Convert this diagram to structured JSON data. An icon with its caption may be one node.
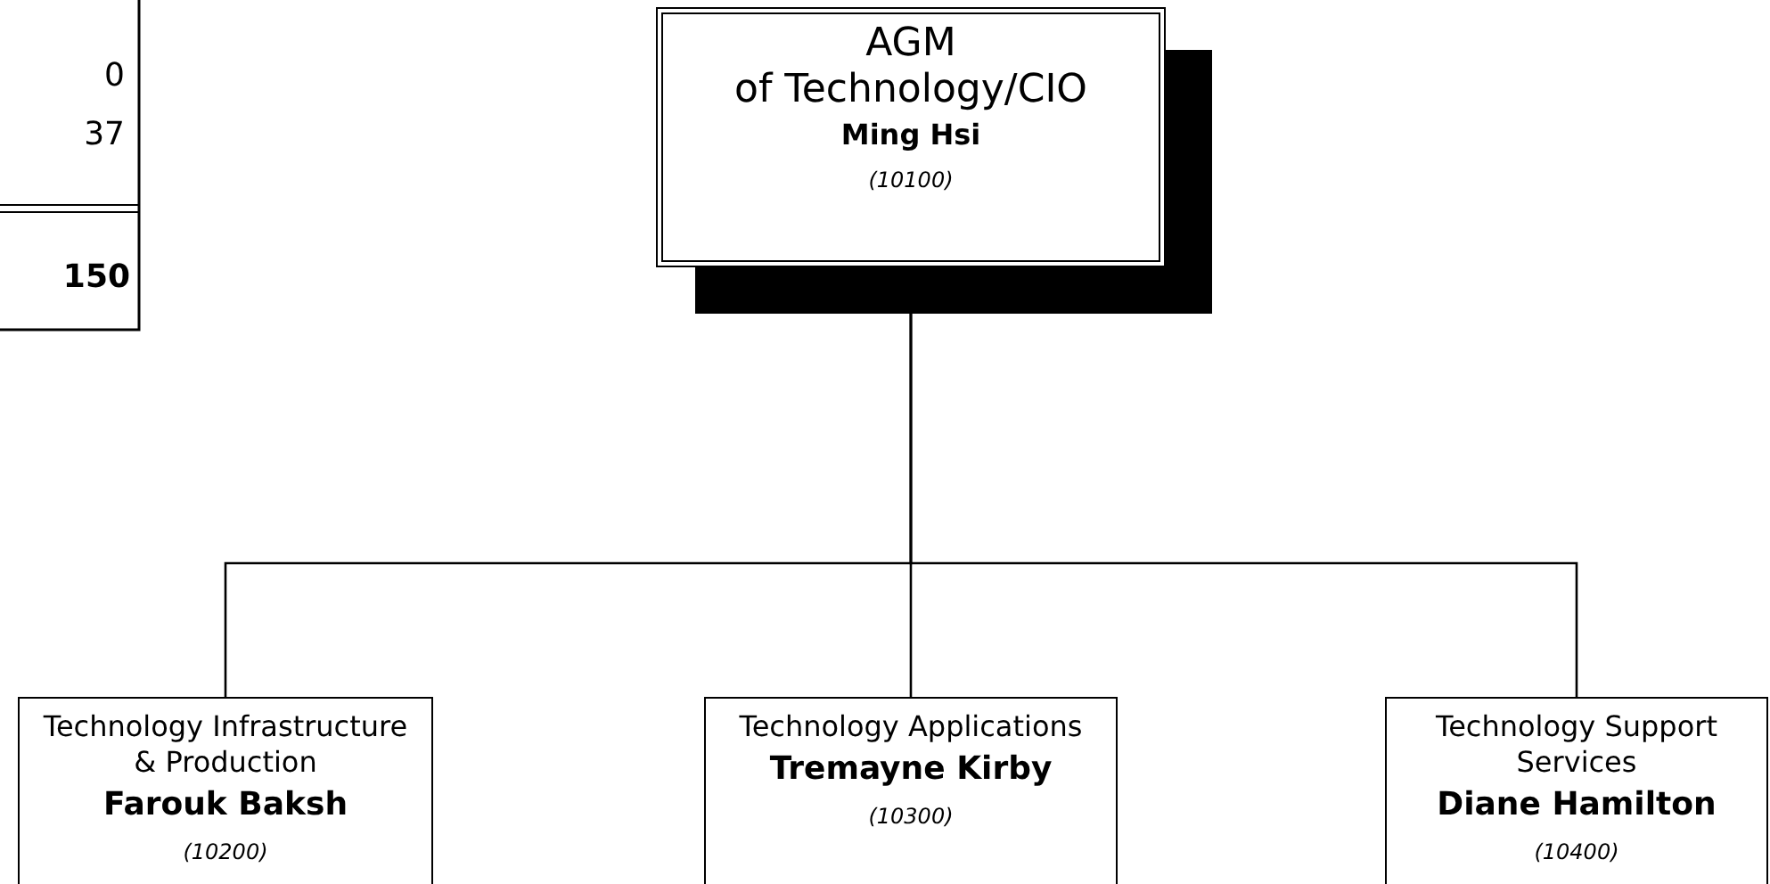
{
  "diagram": {
    "nodes": [
      {
        "text": [
          "AGM",
          "of Technology/CIO",
          "Ming Hsi",
          "(10100)"
        ]
      },
      {
        "text": [
          "Technology Infrastructure & Production",
          "Farouk Baksh",
          "(10200)"
        ]
      },
      {
        "text": [
          "Technology Applications",
          "Tremayne Kirby",
          "(10300)"
        ]
      },
      {
        "text": [
          "Technology Support Services",
          "Diane Hamilton",
          "(10400)"
        ]
      }
    ],
    "edges": [
      {
        "from": 0,
        "to": 1,
        "arrow": "none"
      },
      {
        "from": 0,
        "to": 2,
        "arrow": "none"
      },
      {
        "from": 0,
        "to": 3,
        "arrow": "none"
      }
    ],
    "labels": [
      "0",
      "37",
      "150"
    ]
  }
}
